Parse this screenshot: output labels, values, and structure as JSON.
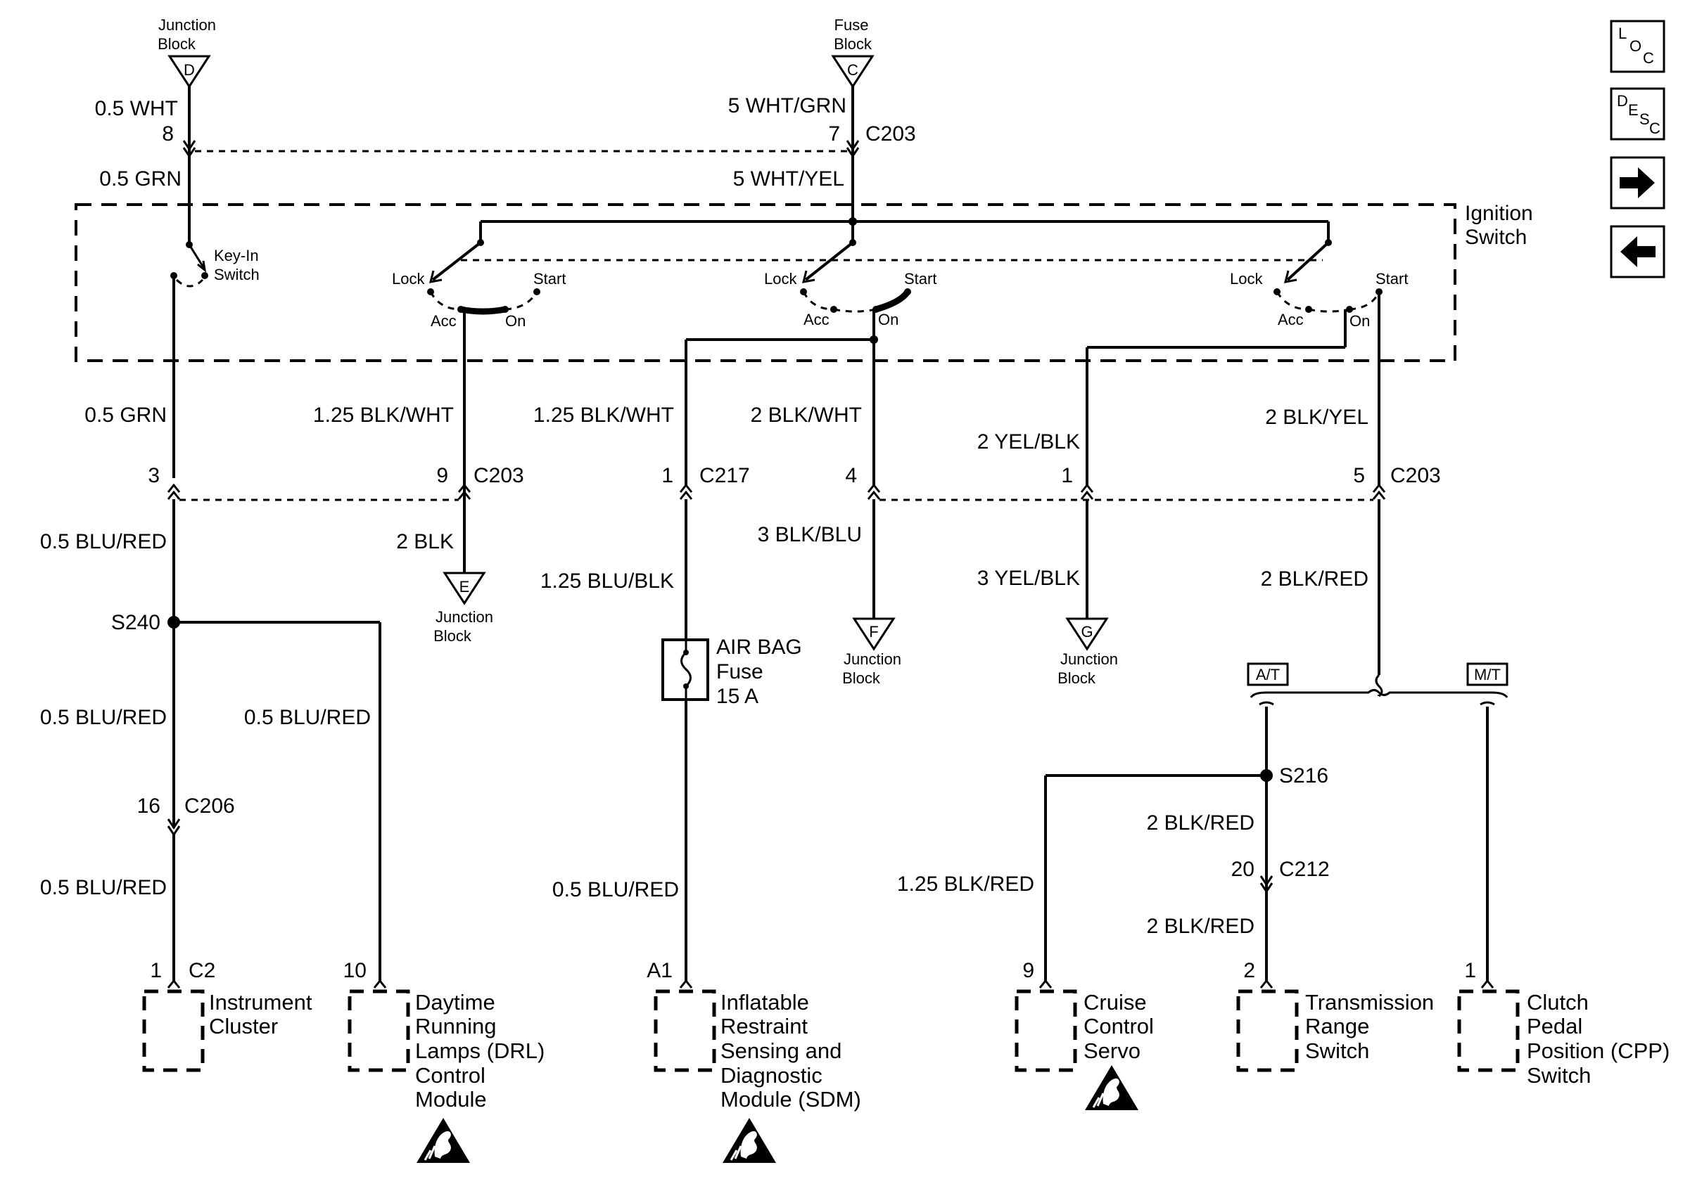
{
  "sources": {
    "junction_d": {
      "label_line1": "Junction",
      "label_line2": "Block",
      "letter": "D"
    },
    "fuse_c": {
      "label_line1": "Fuse",
      "label_line2": "Block",
      "letter": "C"
    }
  },
  "nav_buttons": {
    "loc": {
      "l1": "L",
      "l2": "O",
      "l3": "C"
    },
    "desc": {
      "l1": "D",
      "l2": "E",
      "l3": "S",
      "l4": "C"
    },
    "next_arrow": "➡",
    "prev_arrow": "⬅"
  },
  "top_wires": {
    "left_top": "0.5 WHT",
    "left_pin": "8",
    "left_bottom": "0.5 GRN",
    "mid_top": "5 WHT/GRN",
    "mid_pin": "7",
    "mid_connector": "C203",
    "mid_bottom": "5 WHT/YEL"
  },
  "ignition_switch": {
    "title_line1": "Ignition",
    "title_line2": "Switch",
    "keyin_line1": "Key-In",
    "keyin_line2": "Switch",
    "lock": "Lock",
    "start": "Start",
    "acc": "Acc",
    "on": "On"
  },
  "mid_wires": {
    "w1": "0.5 GRN",
    "w2": "1.25 BLK/WHT",
    "w3": "1.25 BLK/WHT",
    "w4": "2 BLK/WHT",
    "w5": "2 YEL/BLK",
    "w6": "2 BLK/YEL"
  },
  "connectors_row": {
    "p3": "3",
    "p9": "9",
    "c203_left": "C203",
    "p1a": "1",
    "c217": "C217",
    "p4": "4",
    "p1b": "1",
    "p5": "5",
    "c203_right": "C203"
  },
  "lower_wires": {
    "w_blu_red_1": "0.5 BLU/RED",
    "w_2blk": "2 BLK",
    "w_blu_blk": "1.25 BLU/BLK",
    "w_3blk_blu": "3 BLK/BLU",
    "w_3yel_blk": "3 YEL/BLK",
    "w_2blk_red": "2 BLK/RED",
    "splice_s240": "S240",
    "w_blu_red_2": "0.5 BLU/RED",
    "w_blu_red_3": "0.5 BLU/RED",
    "pin_16": "16",
    "c206": "C206",
    "w_blu_red_4": "0.5 BLU/RED",
    "w_blu_red_5": "0.5 BLU/RED",
    "splice_s216": "S216",
    "w_2blk_red_2": "2 BLK/RED",
    "pin_20": "20",
    "c212": "C212",
    "w_125blk_red": "1.25 BLK/RED",
    "w_2blk_red_3": "2 BLK/RED"
  },
  "junction_blocks": {
    "e": {
      "letter": "E",
      "l1": "Junction",
      "l2": "Block"
    },
    "f": {
      "letter": "F",
      "l1": "Junction",
      "l2": "Block"
    },
    "g": {
      "letter": "G",
      "l1": "Junction",
      "l2": "Block"
    }
  },
  "fuse": {
    "l1": "AIR BAG",
    "l2": "Fuse",
    "l3": "15 A"
  },
  "trans_options": {
    "at": "A/T",
    "mt": "M/T"
  },
  "components": [
    {
      "pin": "1",
      "conn": "C2",
      "lines": [
        "Instrument",
        "Cluster"
      ]
    },
    {
      "pin": "10",
      "conn": "",
      "lines": [
        "Daytime",
        "Running",
        "Lamps (DRL)",
        "Control",
        "Module"
      ]
    },
    {
      "pin": "A1",
      "conn": "",
      "lines": [
        "Inflatable",
        "Restraint",
        "Sensing and",
        "Diagnostic",
        "Module (SDM)"
      ]
    },
    {
      "pin": "9",
      "conn": "",
      "lines": [
        "Cruise",
        "Control",
        "Servo"
      ]
    },
    {
      "pin": "2",
      "conn": "",
      "lines": [
        "Transmission",
        "Range",
        "Switch"
      ]
    },
    {
      "pin": "1",
      "conn": "",
      "lines": [
        "Clutch",
        "Pedal",
        "Position (CPP)",
        "Switch"
      ]
    }
  ]
}
